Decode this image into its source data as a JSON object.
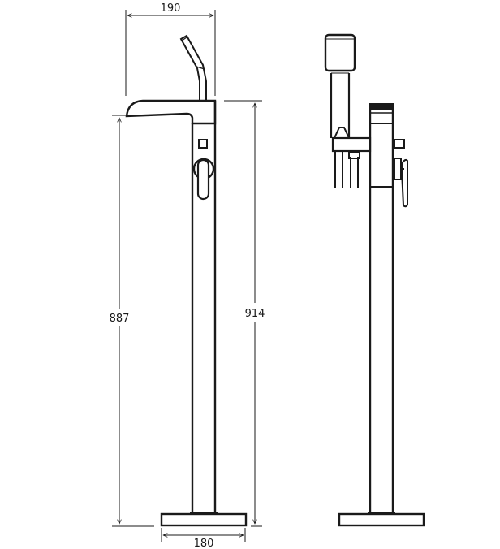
{
  "diagram": {
    "type": "technical-drawing",
    "subject": "freestanding bath filler tap",
    "views": [
      {
        "name": "side-view",
        "description": "Side elevation with waterfall spout, lever and handset holder"
      },
      {
        "name": "front-view",
        "description": "Front elevation with shower handset and lever"
      }
    ],
    "dimensions": {
      "spout_reach": {
        "label": "190",
        "unit": "mm"
      },
      "spout_height": {
        "label": "887",
        "unit": "mm"
      },
      "total_height": {
        "label": "914",
        "unit": "mm"
      },
      "base_width": {
        "label": "180",
        "unit": "mm"
      }
    },
    "colors": {
      "line": "#1a1a1a",
      "background": "#ffffff"
    }
  }
}
